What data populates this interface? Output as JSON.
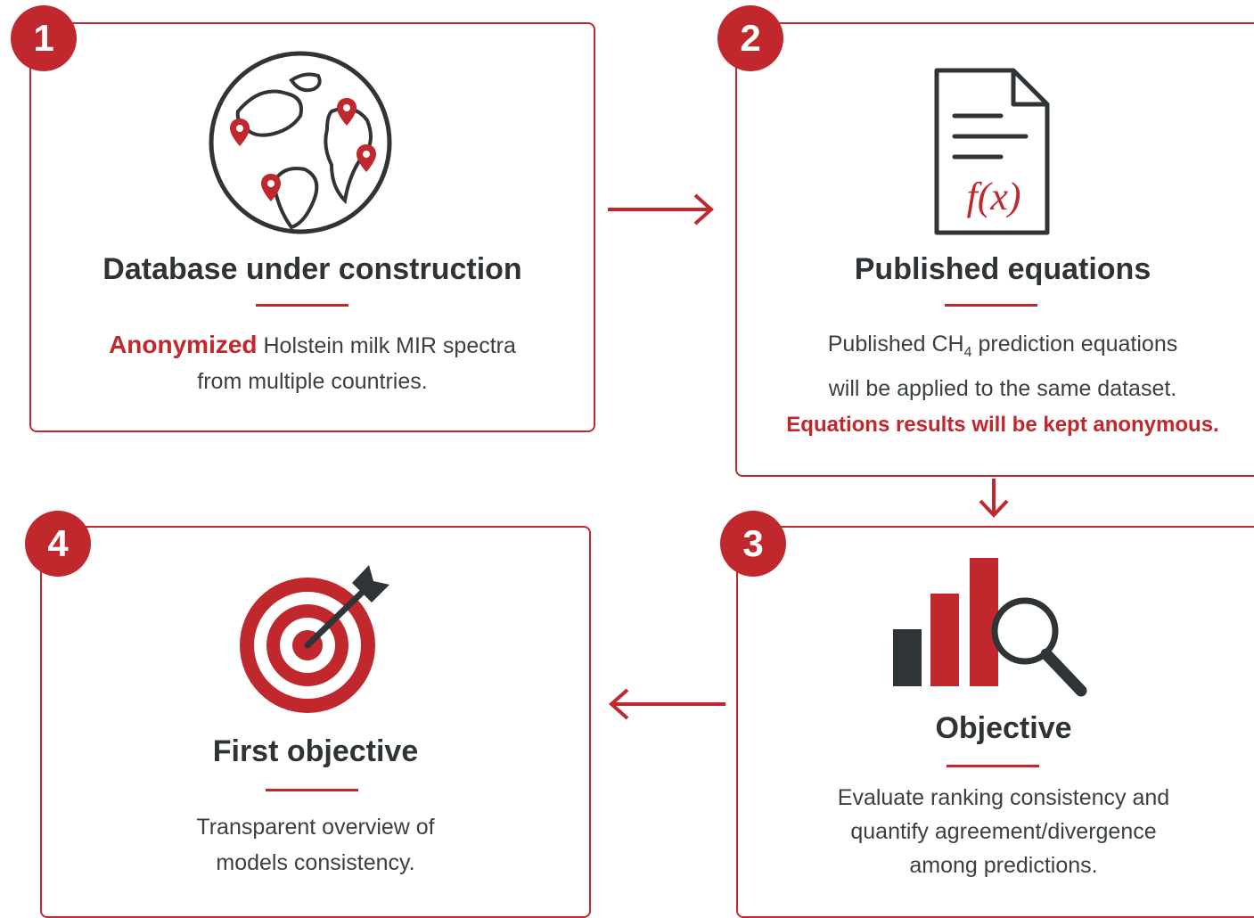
{
  "steps": [
    {
      "number": "1",
      "title": "Database under construction",
      "highlight": "Anonymized",
      "desc_line1": " Holstein milk MIR spectra",
      "desc_line2": "from multiple countries.",
      "icon": "globe-with-location-pins"
    },
    {
      "number": "2",
      "title": "Published equations",
      "desc_line1_pre": "Published CH",
      "desc_line1_sub": "4",
      "desc_line1_post": " prediction equations",
      "desc_line2": "will be applied to the same dataset.",
      "note": "Equations results will be kept anonymous.",
      "icon": "document-with-function",
      "icon_text": "f(x)"
    },
    {
      "number": "3",
      "title": "Objective",
      "desc_line1": "Evaluate ranking consistency and",
      "desc_line2": "quantify agreement/divergence",
      "desc_line3": "among predictions.",
      "icon": "bar-chart-magnifier"
    },
    {
      "number": "4",
      "title": "First objective",
      "desc_line1": "Transparent overview of",
      "desc_line2": "models consistency.",
      "icon": "target-with-arrow"
    }
  ],
  "colors": {
    "accent": "#c0282d",
    "text": "#2f3437"
  }
}
